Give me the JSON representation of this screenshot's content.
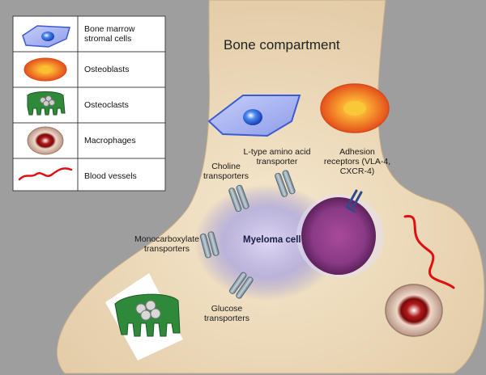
{
  "title": "Bone compartment",
  "legend": [
    {
      "icon": "bone-marrow-stromal-cell-icon",
      "label": "Bone marrow stromal cells"
    },
    {
      "icon": "osteoblast-icon",
      "label": "Osteoblasts"
    },
    {
      "icon": "osteoclast-icon",
      "label": "Osteoclasts"
    },
    {
      "icon": "macrophage-icon",
      "label": "Macrophages"
    },
    {
      "icon": "blood-vessel-icon",
      "label": "Blood vessels"
    }
  ],
  "center_label": "Myeloma cell",
  "transporters": {
    "choline": "Choline transporters",
    "ltype": "L-type amino acid transporter",
    "adhesion": "Adhesion receptors (VLA-4, CXCR-4)",
    "monocarboxylate": "Monocarboxylate transporters",
    "glucose": "Glucose transporters"
  },
  "colors": {
    "background": "#9e9e9e",
    "bone": "#ead6b6",
    "stromal": "#4a6fe0",
    "osteoblast": "#f07a2a",
    "osteoclast": "#2e8a3a",
    "macrophage": "#8a1010",
    "vessel": "#e01010",
    "myeloma": "#7a3a7a"
  }
}
